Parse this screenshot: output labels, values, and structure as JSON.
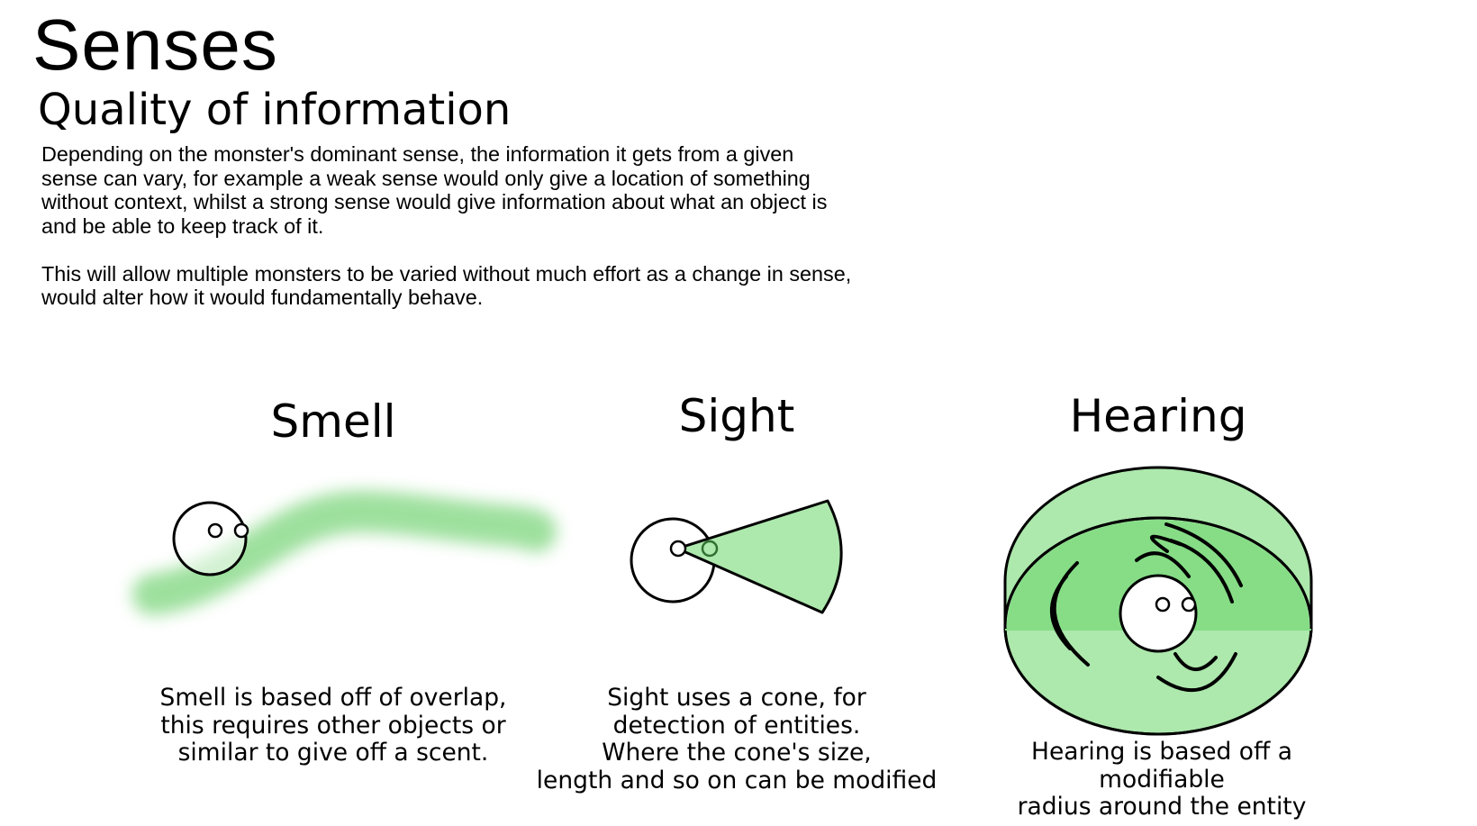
{
  "page": {
    "title": "Senses",
    "subtitle": "Quality of information",
    "intro_paragraphs": [
      "Depending on the monster's dominant sense, the information it gets from a given\nsense can vary, for example a weak sense would only give a location of something\nwithout context, whilst a strong sense would give information about what an object is\nand be able to keep track of it.",
      "This will allow multiple monsters to be varied without much effort as a change in sense,\nwould alter how it would fundamentally behave."
    ]
  },
  "senses": {
    "smell": {
      "heading": "Smell",
      "caption": "Smell is based off of overlap,\nthis requires other objects or\nsimilar to give off a scent."
    },
    "sight": {
      "heading": "Sight",
      "caption": "Sight uses a cone, for\ndetection of entities.\nWhere the cone's size,\nlength and so on can be modified"
    },
    "hearing": {
      "heading": "Hearing",
      "caption": "Hearing is based off a modifiable\nradius around the entity"
    }
  },
  "colors": {
    "accent_green": "#ade8ad",
    "accent_green_dark": "#86dd86",
    "scent_green": "#7dd57d",
    "outline": "#000000"
  }
}
